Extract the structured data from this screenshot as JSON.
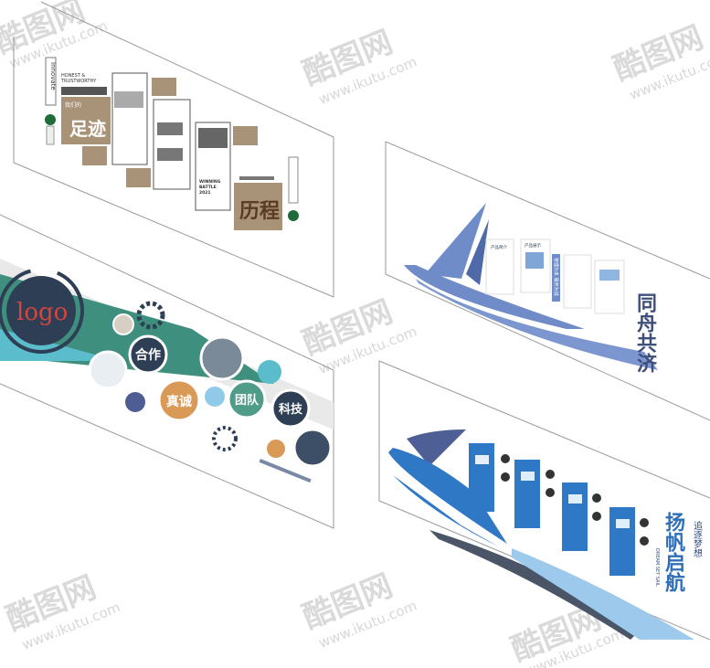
{
  "wall_brown": {
    "vertical_label": "Innovate",
    "header_en": "HONEST & TRUSTWORTHY",
    "footprint_small": "我们的",
    "footprint_big": "足迹",
    "winning": "WINNING BATTLE 2021",
    "journey": "历程",
    "color": "#a89278"
  },
  "wall_green": {
    "logo": "logo",
    "bubbles": [
      {
        "label": "合作",
        "color": "#2d3e55"
      },
      {
        "label": "真诚",
        "color": "#d99a57"
      },
      {
        "label": "团队",
        "color": "#4f9c88"
      },
      {
        "label": "科技",
        "color": "#2d3e55"
      }
    ],
    "band_color": "#3f8f7e",
    "accent_color": "#5bbccc"
  },
  "wall_sail": {
    "panel_titles": [
      "产品简介",
      "产品展示"
    ],
    "slogan": "管理为本 服务为诚",
    "calligraphy": "同舟共济",
    "color": "#6f8cc8"
  },
  "wall_dream": {
    "calligraphy": "扬帆启航",
    "subtitle": "追逐梦想",
    "en": "DREAM SET SAIL",
    "color": "#2f78c6",
    "dark": "#4a5568"
  },
  "watermark": {
    "brand": "酷图网",
    "url": "www.ikutu.com"
  }
}
